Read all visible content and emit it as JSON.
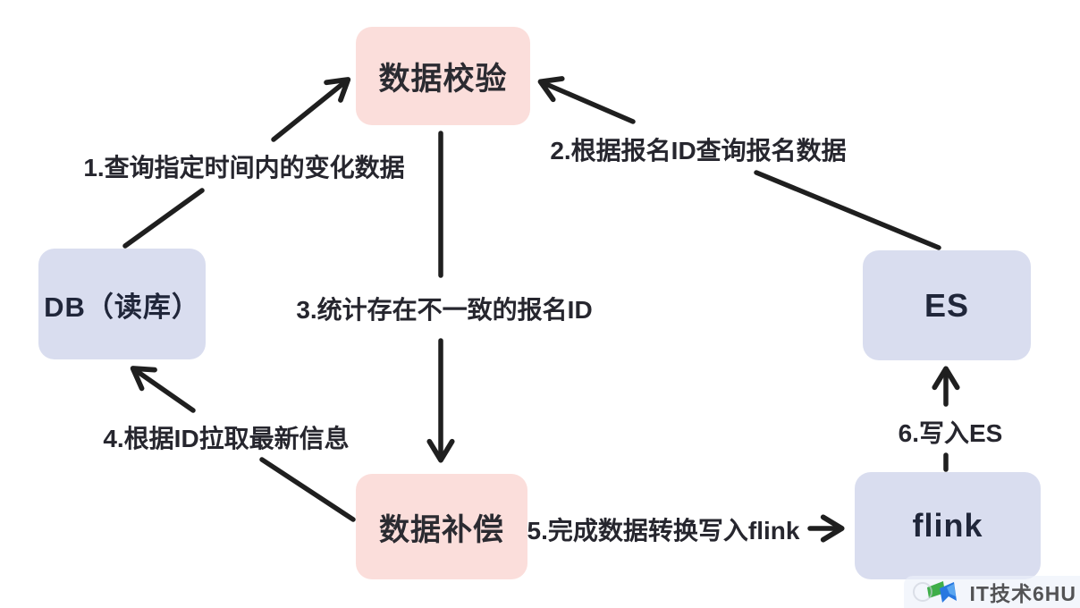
{
  "diagram": {
    "nodes": {
      "validation": {
        "label": "数据校验"
      },
      "db": {
        "label": "DB（读库）"
      },
      "es": {
        "label": "ES"
      },
      "compensation": {
        "label": "数据补偿"
      },
      "flink": {
        "label": "flink"
      }
    },
    "edges": {
      "step1": {
        "label": "1.查询指定时间内的变化数据",
        "from": "db",
        "to": "validation"
      },
      "step2": {
        "label": "2.根据报名ID查询报名数据",
        "from": "es",
        "to": "validation"
      },
      "step3": {
        "label": "3.统计存在不一致的报名ID",
        "from": "validation",
        "to": "compensation"
      },
      "step4": {
        "label": "4.根据ID拉取最新信息",
        "from": "compensation",
        "to": "db"
      },
      "step5": {
        "label": "5.完成数据转换写入flink",
        "from": "compensation",
        "to": "flink"
      },
      "step6": {
        "label": "6.写入ES",
        "from": "flink",
        "to": "es"
      }
    },
    "colors": {
      "node_pink": "#fbdedb",
      "node_lavender": "#d9ddef",
      "arrow": "#1f1f1f",
      "label_text": "#26262e",
      "background": "#ffffff"
    }
  },
  "watermark": {
    "text": "IT技术6HU",
    "logo_green": "#3fae49",
    "logo_blue": "#2878e0"
  }
}
